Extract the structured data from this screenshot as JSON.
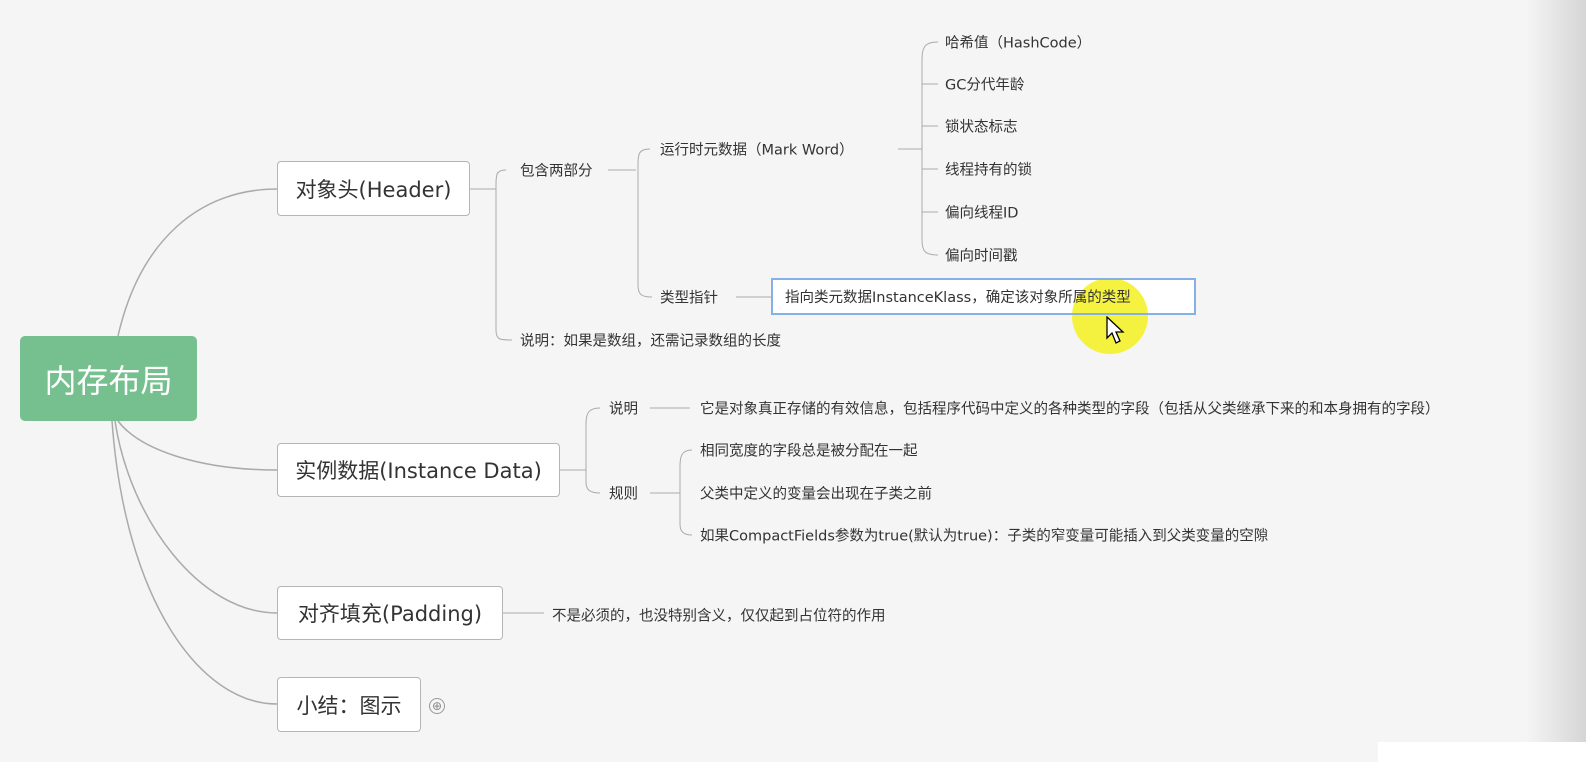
{
  "root": {
    "label": "内存布局"
  },
  "header": {
    "label": "对象头(Header)",
    "contains": {
      "label": "包含两部分",
      "mark_word": {
        "label": "运行时元数据（Mark Word）",
        "items": [
          "哈希值（HashCode）",
          "GC分代年龄",
          "锁状态标志",
          "线程持有的锁",
          "偏向线程ID",
          "偏向时间戳"
        ]
      },
      "type_pointer": {
        "label": "类型指针",
        "detail": "指向类元数据InstanceKlass，确定该对象所属的类型"
      }
    },
    "note": "说明：如果是数组，还需记录数组的长度"
  },
  "instance": {
    "label": "实例数据(Instance Data)",
    "desc_label": "说明",
    "desc": "它是对象真正存储的有效信息，包括程序代码中定义的各种类型的字段（包括从父类继承下来的和本身拥有的字段）",
    "rules_label": "规则",
    "rules": [
      "相同宽度的字段总是被分配在一起",
      "父类中定义的变量会出现在子类之前",
      "如果CompactFields参数为true(默认为true)：子类的窄变量可能插入到父类变量的空隙"
    ]
  },
  "padding": {
    "label": "对齐填充(Padding)",
    "detail": "不是必须的，也没特别含义，仅仅起到占位符的作用"
  },
  "summary": {
    "label": "小结：图示",
    "expand": "⊕"
  },
  "colors": {
    "root": "#76c08f",
    "selection": "#86b1e6",
    "highlight": "#f5f01e"
  }
}
